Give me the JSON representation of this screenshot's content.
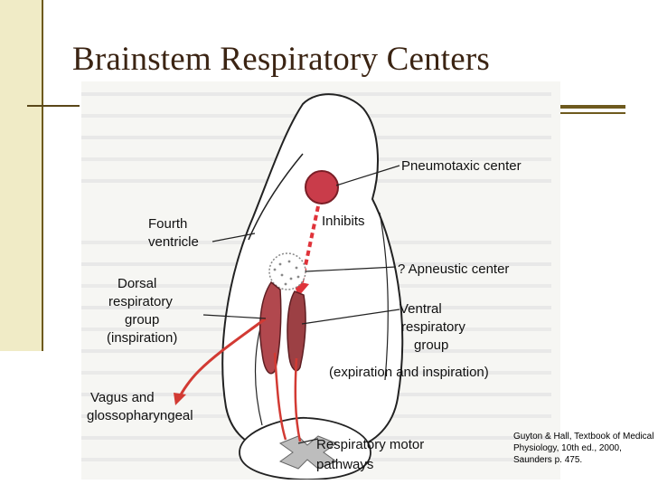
{
  "slide": {
    "title": "Brainstem Respiratory Centers",
    "citation": "Guyton & Hall, Textbook of Medical Physiology, 10th ed., 2000, Saunders p. 475."
  },
  "figure": {
    "labels": {
      "pneumotaxic": "Pneumotaxic center",
      "inhibits": "Inhibits",
      "fourth_ventricle_1": "Fourth",
      "fourth_ventricle_2": "ventricle",
      "apneustic": "? Apneustic center",
      "dorsal_1": "Dorsal",
      "dorsal_2": "respiratory",
      "dorsal_3": "group",
      "dorsal_4": "(inspiration)",
      "ventral_1": "Ventral",
      "ventral_2": "respiratory",
      "ventral_3": "group",
      "ventral_4": "(expiration and inspiration)",
      "vagus_1": "Vagus and",
      "vagus_2": "glossopharyngeal",
      "motor_1": "Respiratory motor",
      "motor_2": "pathways"
    },
    "colors": {
      "center": "#c93c4a",
      "dorsal_group": "#b1484e",
      "ventral_group": "#9c4044",
      "nerve": "#d23a33",
      "inhibit_arrow": "#e0333a"
    }
  }
}
